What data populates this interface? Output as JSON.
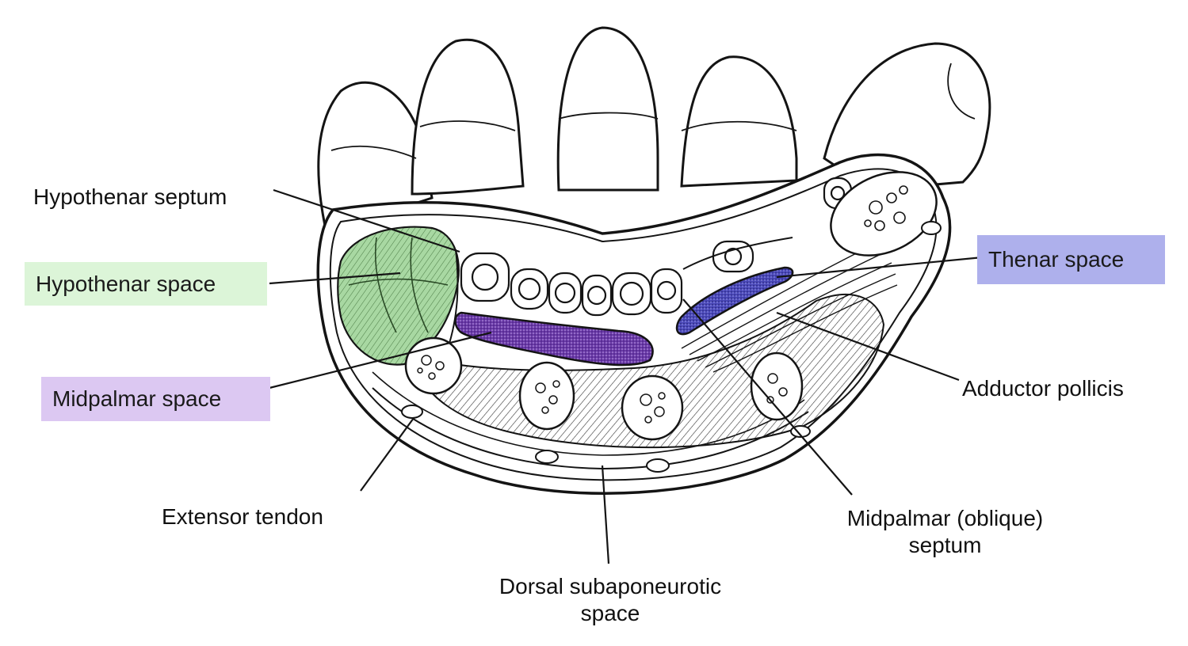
{
  "labels": {
    "hypothenar_septum": "Hypothenar septum",
    "hypothenar_space": "Hypothenar space",
    "midpalmar_space": "Midpalmar space",
    "extensor_tendon": "Extensor tendon",
    "dorsal_line1": "Dorsal subaponeurotic",
    "dorsal_line2": "space",
    "oblique_line1": "Midpalmar (oblique)",
    "oblique_line2": "septum",
    "adductor": "Adductor pollicis",
    "thenar_space": "Thenar space"
  },
  "colors": {
    "hypothenar_highlight": "#dcf5d8",
    "midpalmar_highlight": "#dcc8f2",
    "thenar_highlight": "#aeb0ec",
    "hypothenar_tint": "#a8d8a2",
    "midpalmar_tint": "#6a3aa8",
    "thenar_tint": "#4a48b8",
    "line": "#141414"
  }
}
